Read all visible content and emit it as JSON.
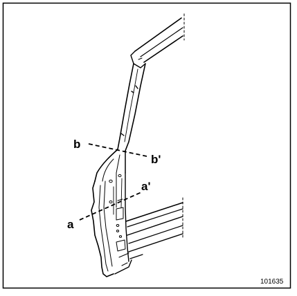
{
  "diagram": {
    "callouts": [
      {
        "id": "a",
        "label": "a"
      },
      {
        "id": "a2",
        "label": "a'"
      },
      {
        "id": "b",
        "label": "b"
      },
      {
        "id": "b2",
        "label": "b'"
      }
    ],
    "figure_reference": "101635",
    "colors": {
      "line": "#000000",
      "background": "#ffffff"
    }
  }
}
